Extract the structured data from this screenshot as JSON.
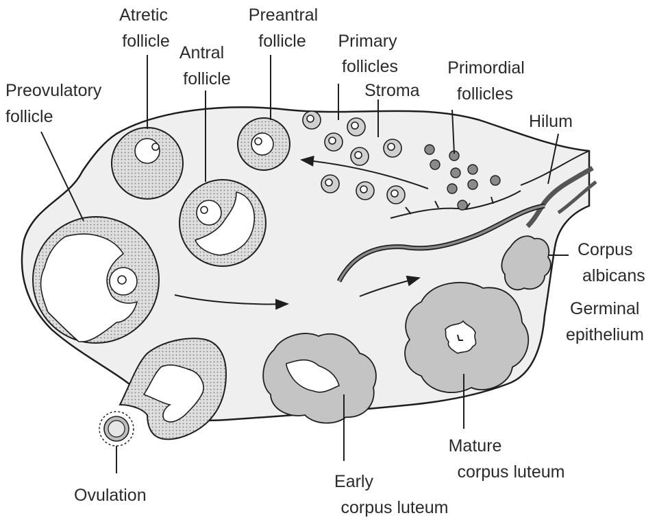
{
  "labels": {
    "atretic": [
      "Atretic",
      "follicle"
    ],
    "preantral": [
      "Preantral",
      "follicle"
    ],
    "primary": [
      "Primary",
      "follicles"
    ],
    "primordial": [
      "Primordial",
      "follicles"
    ],
    "antral": [
      "Antral",
      "follicle"
    ],
    "stroma": "Stroma",
    "preovulatory": [
      "Preovulatory",
      "follicle"
    ],
    "hilum": "Hilum",
    "corpus_albicans": [
      "Corpus",
      "albicans"
    ],
    "germinal_epithelium": [
      "Germinal",
      "epithelium"
    ],
    "mature_cl": [
      "Mature",
      "corpus luteum"
    ],
    "early_cl": [
      "Early",
      "corpus luteum"
    ],
    "ovulation": "Ovulation"
  },
  "colors": {
    "outline": "#1e1e1e",
    "stroma": "#efefef",
    "granulosa": "#d0d0d0",
    "luteum": "#c4c4c4",
    "primordial": "#8a8a8a",
    "text": "#2a2a2a"
  }
}
